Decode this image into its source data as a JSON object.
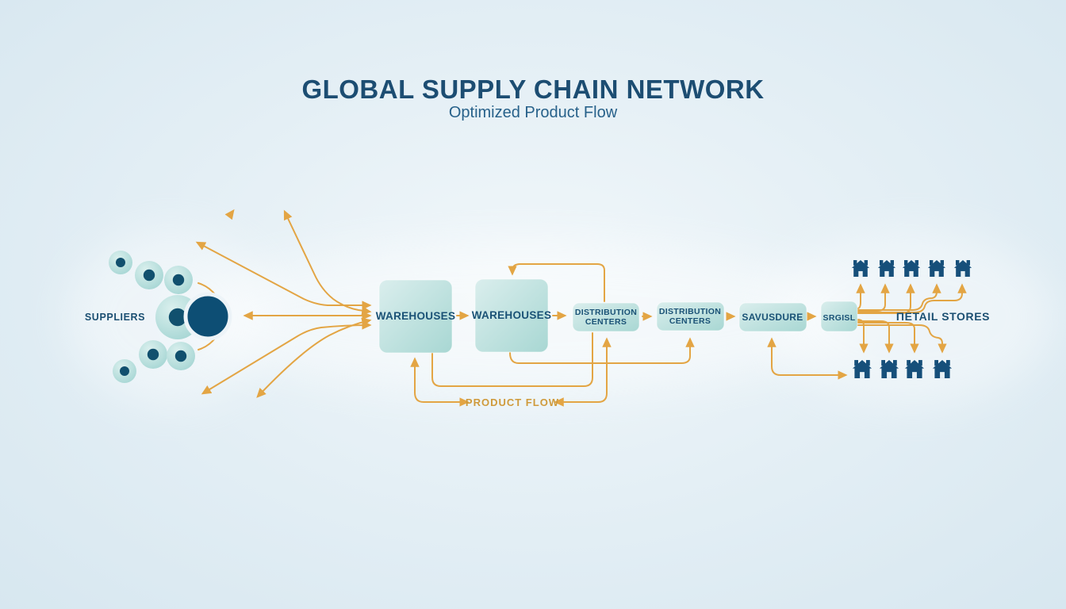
{
  "header": {
    "title": "GLOBAL SUPPLY CHAIN NETWORK",
    "subtitle": "Optimized Product Flow"
  },
  "labels": {
    "suppliers": "SUPPLIERS",
    "warehouse_1": "WAREHOUSES",
    "warehouse_2": "WAREHOUSES",
    "distribution_1_line1": "DISTRIBUTION",
    "distribution_1_line2": "CENTERS",
    "distribution_2_line1": "DISTRIBUTION",
    "distribution_2_line2": "CENTERS",
    "box_5": "SAVUSDURE",
    "box_6": "SRGISL",
    "retail_stores": "ΠETAIL STORES",
    "product_flow": "PRODUCT FLOW"
  },
  "suppliers": {
    "circle_count": 7,
    "hub_circle_count": 1
  },
  "retail_stores": {
    "top_row_count": 5,
    "bottom_row_count": 4
  },
  "colors": {
    "accent_orange": "#e3a544",
    "node_fill": "#c3e2e0",
    "deep_blue": "#0f4f76",
    "text_blue": "#1a5276",
    "title_blue": "#1c4d72",
    "background": "#e4eff5"
  }
}
